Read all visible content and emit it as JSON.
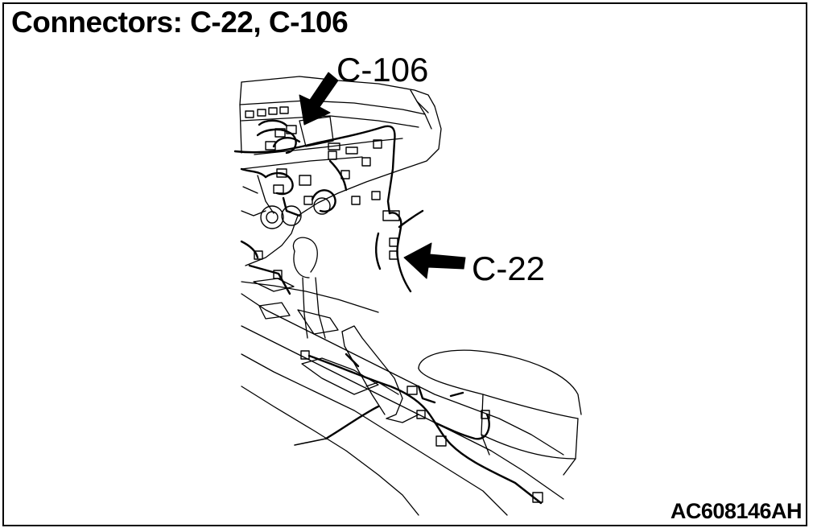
{
  "title": "Connectors: C-22, C-106",
  "figure_code": "AC608146AH",
  "callouts": [
    {
      "label": "C-106"
    },
    {
      "label": "C-22"
    }
  ],
  "colors": {
    "line": "#000000",
    "background": "#ffffff"
  }
}
